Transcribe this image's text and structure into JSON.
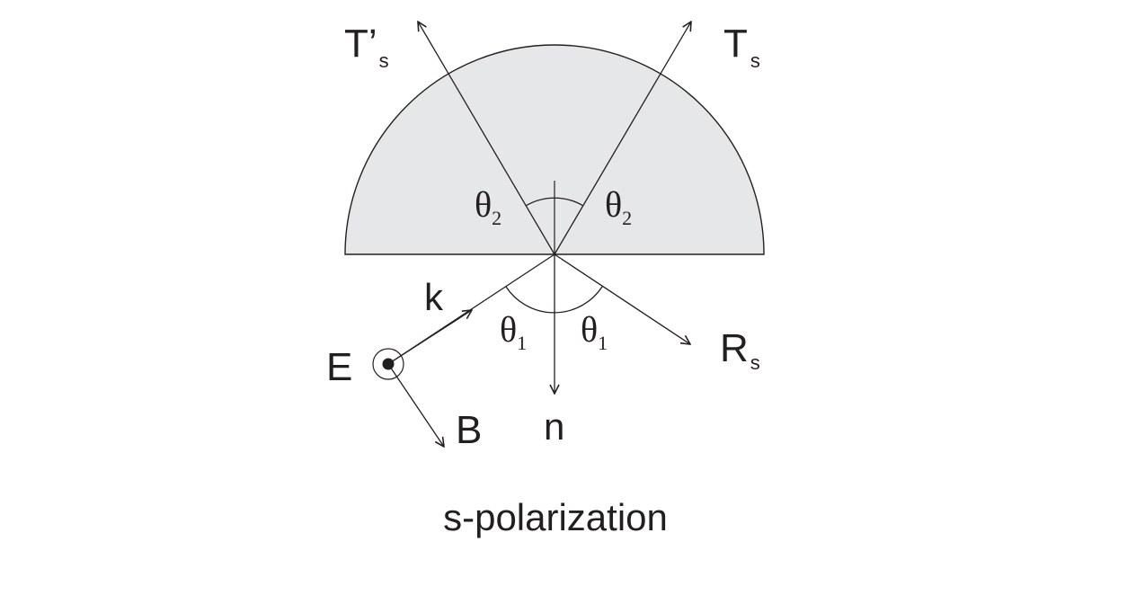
{
  "caption": "s-polarization",
  "labels": {
    "t_prime": {
      "main": "T’",
      "sub": "s"
    },
    "t": {
      "main": "T",
      "sub": "s"
    },
    "r": {
      "main": "R",
      "sub": "s"
    },
    "k": "k",
    "e": "E",
    "b": "B",
    "n": "n",
    "theta2_left": {
      "main": "θ",
      "sub": "2"
    },
    "theta2_right": {
      "main": "θ",
      "sub": "2"
    },
    "theta1_left": {
      "main": "θ",
      "sub": "1"
    },
    "theta1_right": {
      "main": "θ",
      "sub": "1"
    }
  },
  "colors": {
    "medium_fill": "#e6e7e8",
    "stroke": "#231f20",
    "text": "#231f20"
  }
}
